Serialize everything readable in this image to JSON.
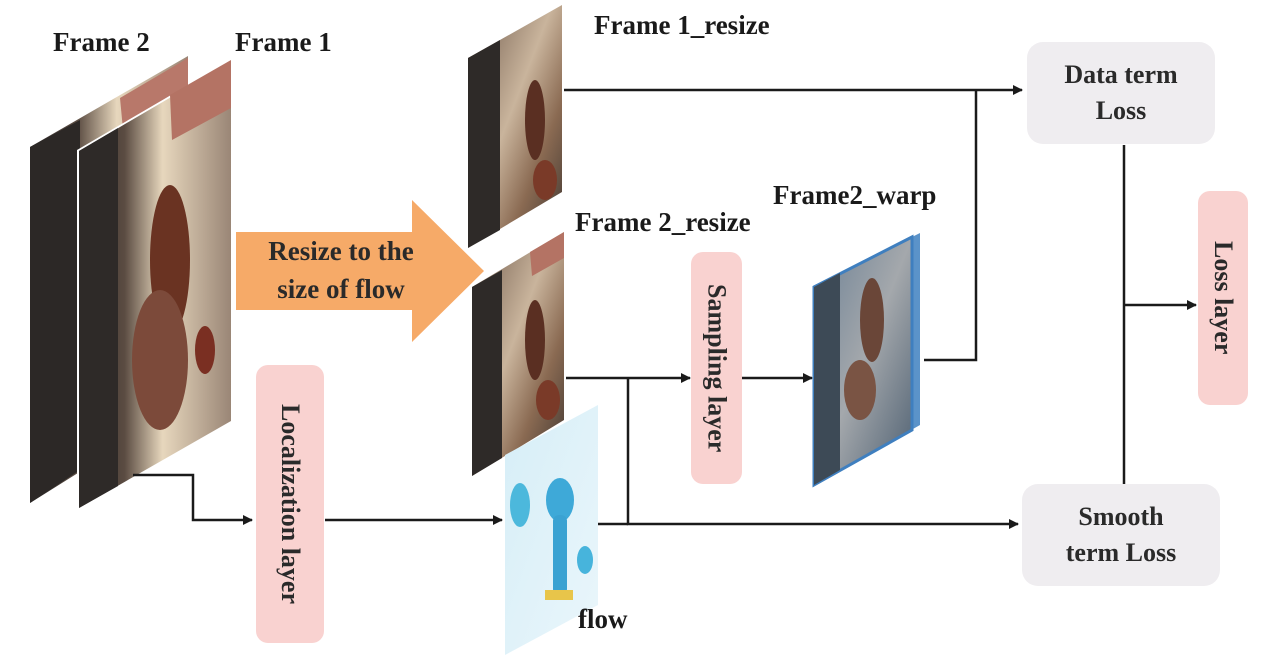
{
  "labels": {
    "frame2": "Frame 2",
    "frame1": "Frame 1",
    "frame1_resize": "Frame 1_resize",
    "frame2_resize": "Frame 2_resize",
    "frame2_warp": "Frame2_warp",
    "flow": "flow"
  },
  "nodes": {
    "resize_arrow_line1": "Resize to the",
    "resize_arrow_line2": "size of flow",
    "localization_layer": "Localization layer",
    "sampling_layer": "Sampling layer",
    "data_term_line1": "Data term",
    "data_term_line2": "Loss",
    "smooth_term_line1": "Smooth",
    "smooth_term_line2": "term Loss",
    "loss_layer": "Loss layer"
  },
  "colors": {
    "grey_box": "#efedf0",
    "pink_box": "#f9d2d0",
    "resize_arrow": "#f6aa68",
    "arrow": "#1a1a1a",
    "warp_frame": "#4e8fc8",
    "flow_field": "#bfe3f2"
  }
}
